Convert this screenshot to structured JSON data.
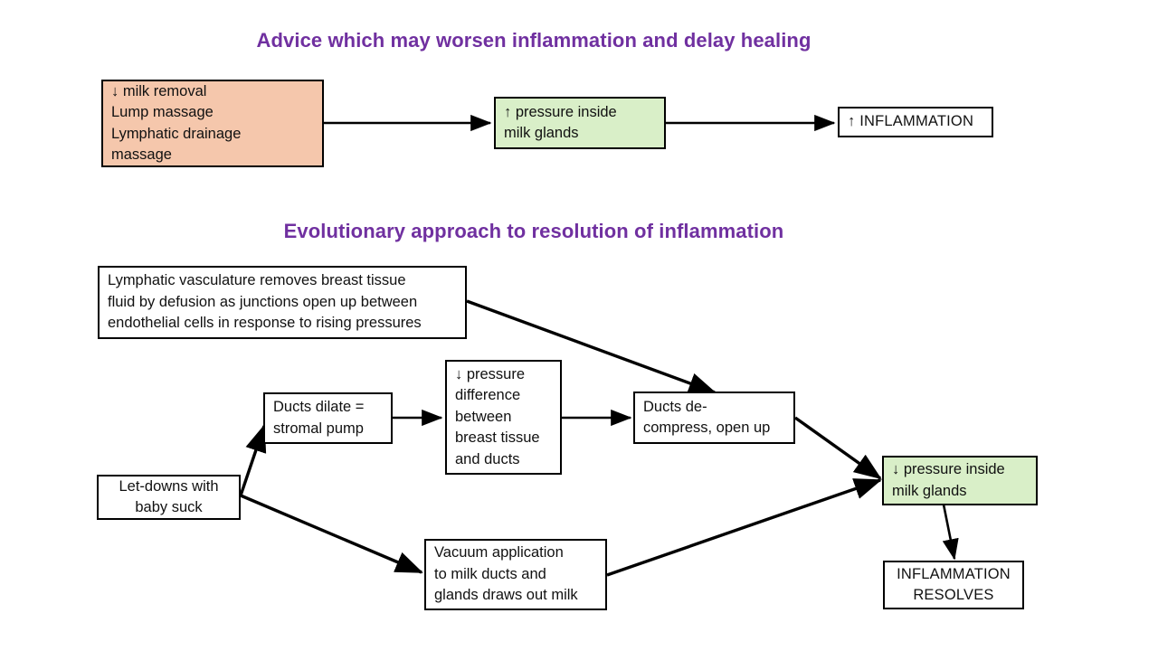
{
  "page": {
    "background": "#FFFFFF",
    "accent_purple": "#7030A0",
    "fill_peach": "#F5C7AC",
    "fill_green": "#D9EFC8",
    "stroke": "#000000"
  },
  "sections": {
    "advice": {
      "title": "Advice which may worsen inflammation and delay healing"
    },
    "evolutionary": {
      "title": "Evolutionary approach to resolution of inflammation"
    }
  },
  "nodes": {
    "advice_inputs": {
      "text": "↓ milk removal\nLump massage\nLymphatic drainage\nmassage"
    },
    "pressure_up": {
      "text": "↑ pressure inside\nmilk glands"
    },
    "inflammation_up": {
      "text": "↑ INFLAMMATION"
    },
    "lymphatic_vasculature": {
      "text": "Lymphatic vasculature removes breast tissue\nfluid by defusion as junctions open up between\nendothelial cells in response to rising pressures"
    },
    "ducts_dilate": {
      "text": "Ducts dilate =\nstromal pump"
    },
    "pressure_difference": {
      "text": "↓ pressure\ndifference\nbetween\nbreast tissue\nand ducts"
    },
    "ducts_decompress": {
      "text": "Ducts de-\ncompress, open up"
    },
    "let_downs": {
      "text": "Let-downs with\nbaby suck"
    },
    "vacuum_application": {
      "text": "Vacuum application\nto milk ducts and\nglands draws out milk"
    },
    "pressure_down": {
      "text": "↓ pressure inside\nmilk glands"
    },
    "inflammation_resolves": {
      "text": "INFLAMMATION\nRESOLVES"
    }
  },
  "edges": [
    {
      "name": "advice-inputs-to-pressure-up",
      "from": "advice_inputs",
      "to": "pressure_up"
    },
    {
      "name": "pressure-up-to-inflammation-up",
      "from": "pressure_up",
      "to": "inflammation_up"
    },
    {
      "name": "lymphatic-to-ducts-decompress",
      "from": "lymphatic_vasculature",
      "to": "ducts_decompress"
    },
    {
      "name": "let-downs-to-ducts-dilate",
      "from": "let_downs",
      "to": "ducts_dilate"
    },
    {
      "name": "let-downs-to-vacuum",
      "from": "let_downs",
      "to": "vacuum_application"
    },
    {
      "name": "ducts-dilate-to-pressure-difference",
      "from": "ducts_dilate",
      "to": "pressure_difference"
    },
    {
      "name": "pressure-difference-to-ducts-decompress",
      "from": "pressure_difference",
      "to": "ducts_decompress"
    },
    {
      "name": "ducts-decompress-to-pressure-down",
      "from": "ducts_decompress",
      "to": "pressure_down"
    },
    {
      "name": "vacuum-to-pressure-down",
      "from": "vacuum_application",
      "to": "pressure_down"
    },
    {
      "name": "pressure-down-to-inflammation-resolves",
      "from": "pressure_down",
      "to": "inflammation_resolves"
    }
  ]
}
